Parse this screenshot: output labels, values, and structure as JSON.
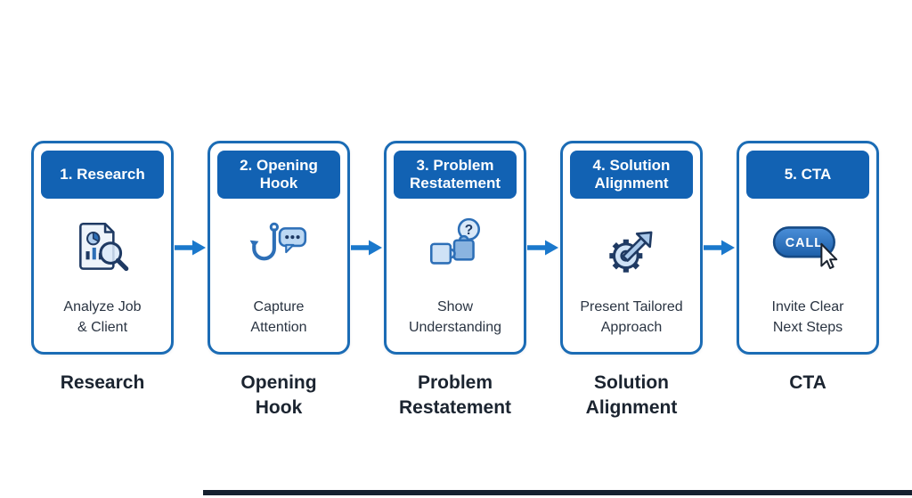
{
  "steps": [
    {
      "badge": "1. Research",
      "icon": "document-magnifier-icon",
      "description": "Analyze Job\n& Client",
      "label": "Research"
    },
    {
      "badge": "2. Opening\nHook",
      "icon": "hook-speech-bubble-icon",
      "description": "Capture\nAttention",
      "label": "Opening\nHook"
    },
    {
      "badge": "3. Problem\nRestatement",
      "icon": "puzzle-question-icon",
      "icon_text": "?",
      "description": "Show\nUnderstanding",
      "label": "Problem\nRestatement"
    },
    {
      "badge": "4. Solution\nAlignment",
      "icon": "gear-growth-arrow-icon",
      "description": "Present Tailored\nApproach",
      "label": "Solution\nAlignment"
    },
    {
      "badge": "5. CTA",
      "icon": "call-button-cursor-icon",
      "icon_text": "CALL",
      "description": "Invite Clear\nNext Steps",
      "label": "CTA"
    }
  ],
  "colors": {
    "card_border": "#1b6cb5",
    "badge_background": "#1262b3",
    "arrow": "#1a78cc",
    "label_text": "#1b2430",
    "description_text": "#2a3442",
    "bottom_bar": "#16202f"
  }
}
